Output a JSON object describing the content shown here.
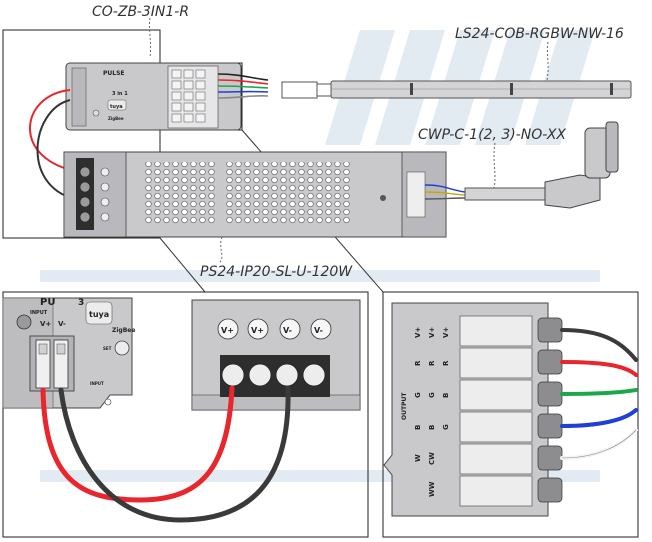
{
  "labels": {
    "controller_model": "CO-ZB-3IN1-R",
    "strip_model": "LS24-COB-RGBW-NW-16",
    "cable_model": "CWP-C-1(2, 3)-NO-XX",
    "psu_model": "PS24-IP20-SL-U-120W"
  },
  "controller": {
    "brand": "PULSE",
    "brand_short": "PU",
    "mode": "3 in 1",
    "mode_short": "3",
    "tuya": "tuya",
    "zigbee": "ZigBee",
    "set": "SET",
    "input": "INPUT",
    "vplus": "V+",
    "vminus": "V-",
    "output": "OUTPUT"
  },
  "psu_terminals": [
    "V+",
    "V+",
    "V-",
    "V-"
  ],
  "output_rows": [
    {
      "col1": "V+",
      "col2": "V+",
      "col3": "V+"
    },
    {
      "col1": "R",
      "col2": "R",
      "col3": "R"
    },
    {
      "col1": "G",
      "col2": "G",
      "col3": "B"
    },
    {
      "col1": "B",
      "col2": "B",
      "col3": "G"
    },
    {
      "col1": "W",
      "col2": "CW",
      "col3": ""
    },
    {
      "col1": "",
      "col2": "WW",
      "col3": ""
    }
  ],
  "colors": {
    "red": "#e8262b",
    "black": "#3a3a3a",
    "green": "#1aa84a",
    "blue": "#1f3fd6",
    "white": "#f4f4f4",
    "device": "#c9c9cc",
    "watermark": "#dbe6f0"
  }
}
